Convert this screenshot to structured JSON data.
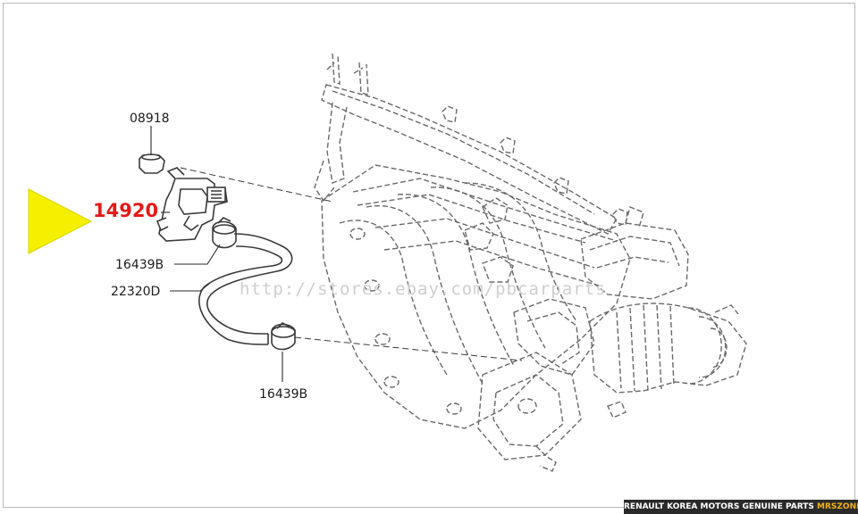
{
  "callouts": {
    "grommet": "08918",
    "valve": "14920",
    "clamp_upper": "16439B",
    "hose": "22320D",
    "clamp_lower": "16439B"
  },
  "colors": {
    "highlight": "#e51a1a",
    "arrow": "#f5f000",
    "line": "#3a3a3a",
    "dashed": "#6a6a6a"
  },
  "watermark": "http://stores.ebay.com/pbcarparts",
  "banner": {
    "text": "RENAULT KOREA MOTORS GENUINE PARTS",
    "brand": "MRSZONE"
  }
}
